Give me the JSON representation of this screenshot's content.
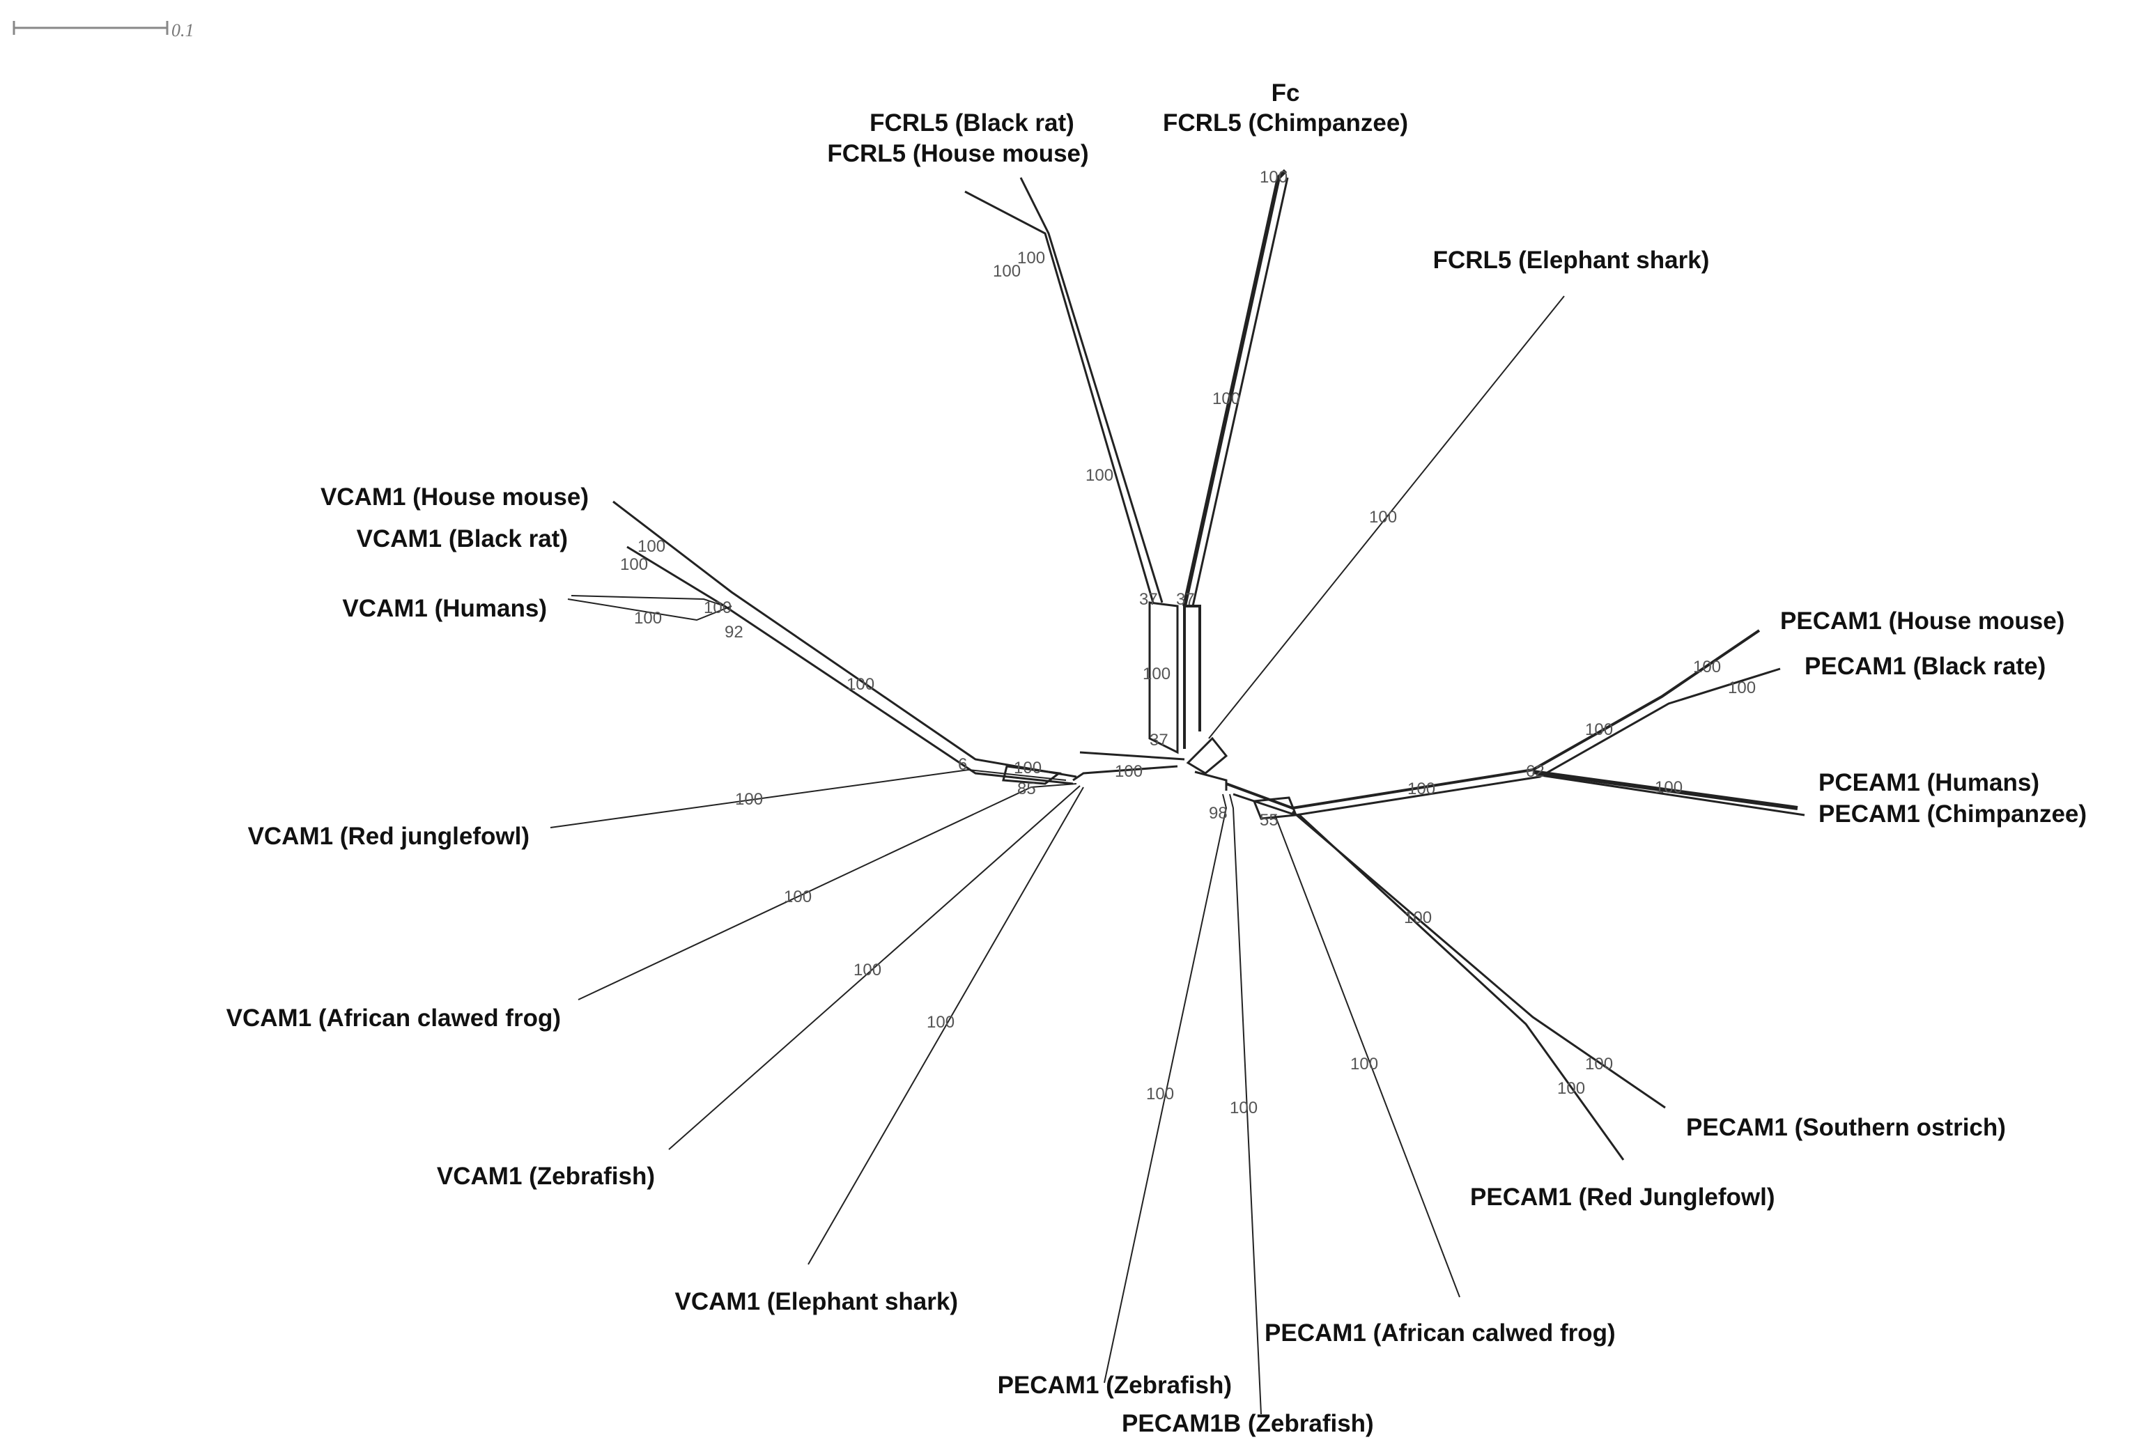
{
  "scale_bar": {
    "value": "0.1"
  },
  "taxa": {
    "fc": "Fc",
    "fcrl5_black_rat": "FCRL5 (Black rat)",
    "fcrl5_chimpanzee": "FCRL5 (Chimpanzee)",
    "fcrl5_house_mouse": "FCRL5 (House mouse)",
    "fcrl5_elephant_shark": "FCRL5 (Elephant shark)",
    "vcam1_house_mouse": "VCAM1 (House mouse)",
    "vcam1_black_rat": "VCAM1 (Black rat)",
    "vcam1_humans": "VCAM1 (Humans)",
    "vcam1_red_junglefowl": "VCAM1 (Red junglefowl)",
    "vcam1_african_clawed_frog": "VCAM1 (African clawed frog)",
    "vcam1_zebrafish": "VCAM1 (Zebrafish)",
    "vcam1_elephant_shark": "VCAM1 (Elephant shark)",
    "pecam1_house_mouse": "PECAM1 (House mouse)",
    "pecam1_black_rate": "PECAM1 (Black rate)",
    "pceam1_humans": "PCEAM1 (Humans)",
    "pecam1_chimpanzee": "PECAM1 (Chimpanzee)",
    "pecam1_southern_ostrich": "PECAM1 (Southern ostrich)",
    "pecam1_red_junglefowl": "PECAM1 (Red Junglefowl)",
    "pecam1_african_calwed_frog": "PECAM1 (African calwed frog)",
    "pecam1_zebrafish": "PECAM1 (Zebrafish)",
    "pecam1b_zebrafish": "PECAM1B (Zebrafish)"
  },
  "support_values": {
    "fcrl5_fc_tip": "100",
    "fcrl5_mouse_branch": "100",
    "fcrl5_rat_branch": "100",
    "fcrl5_rodent_stem": "100",
    "fcrl5_primate_stem": "100",
    "fcrl5_shark_branch": "100",
    "fcrl5_node_left": "37",
    "fcrl5_node_right": "37",
    "fcrl5_core": "100",
    "center_node": "37",
    "vcam1_mouse_branch": "100",
    "vcam1_rat_branch": "100",
    "vcam1_rodent_node": "100",
    "vcam1_humans_branch": "100",
    "vcam1_mammal_node": "92",
    "vcam1_mammal_stem": "100",
    "vcam1_node_a": "6",
    "vcam1_node_b": "100",
    "vcam1_node_c": "85",
    "vcam1_stem": "100",
    "vcam1_junglefowl_branch": "100",
    "vcam1_frog_branch": "100",
    "vcam1_zebrafish_branch": "100",
    "vcam1_shark_branch": "100",
    "pecam1_mouse_branch": "100",
    "pecam1_rat_branch": "100",
    "pecam1_rodent_stem": "100",
    "pecam1_mammal_node": "62",
    "pecam1_primate_branch": "100",
    "pecam1_stem": "100",
    "pecam1_node_a": "55",
    "pecam1_avian_stem": "100",
    "pecam1_ostrich_branch": "100",
    "pecam1_junglefowl_branch": "100",
    "pecam1_frog_branch": "100",
    "pecam1_fish_node": "98",
    "pecam1_zebrafish_branch": "100",
    "pecam1b_zebrafish_branch": "100"
  }
}
